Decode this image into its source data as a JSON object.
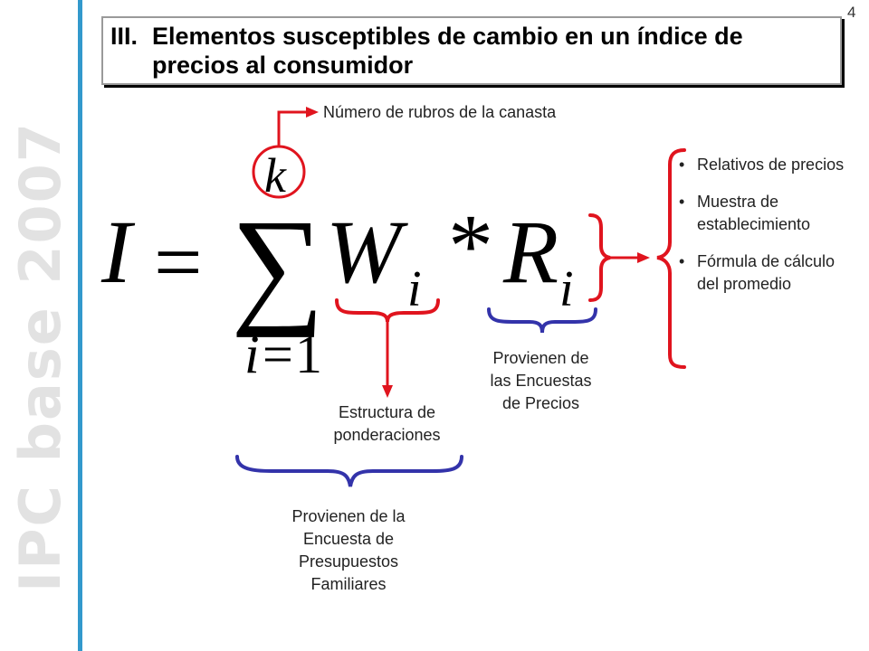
{
  "sidebar": {
    "watermark": "IPC base 2007"
  },
  "page": {
    "number": "4"
  },
  "title": {
    "numeral": "III.",
    "text": "Elementos susceptibles de cambio en un índice de precios al consumidor"
  },
  "formula": {
    "lhs": "I",
    "equals": "=",
    "sum_sign": "∑",
    "upper_limit": "k",
    "lower_limit_var": "i",
    "lower_limit_eq": "=",
    "lower_limit_val": "1",
    "weight": "W",
    "weight_sub": "i",
    "times": "*",
    "relative": "R",
    "relative_sub": "i"
  },
  "labels": {
    "k_label": "Número de rubros de la canasta",
    "weights_structure": [
      "Estructura de",
      "ponderaciones"
    ],
    "weights_source": [
      "Provienen de la",
      "Encuesta de",
      "Presupuestos",
      "Familiares"
    ],
    "relatives_source": [
      "Provienen de",
      "las Encuestas",
      "de Precios"
    ]
  },
  "bullets": [
    "Relativos de precios",
    "Muestra de establecimiento",
    "Fórmula de cálculo del promedio"
  ],
  "colors": {
    "accent_line": "#3399cc",
    "red": "#e0141e",
    "blue": "#3333aa"
  }
}
